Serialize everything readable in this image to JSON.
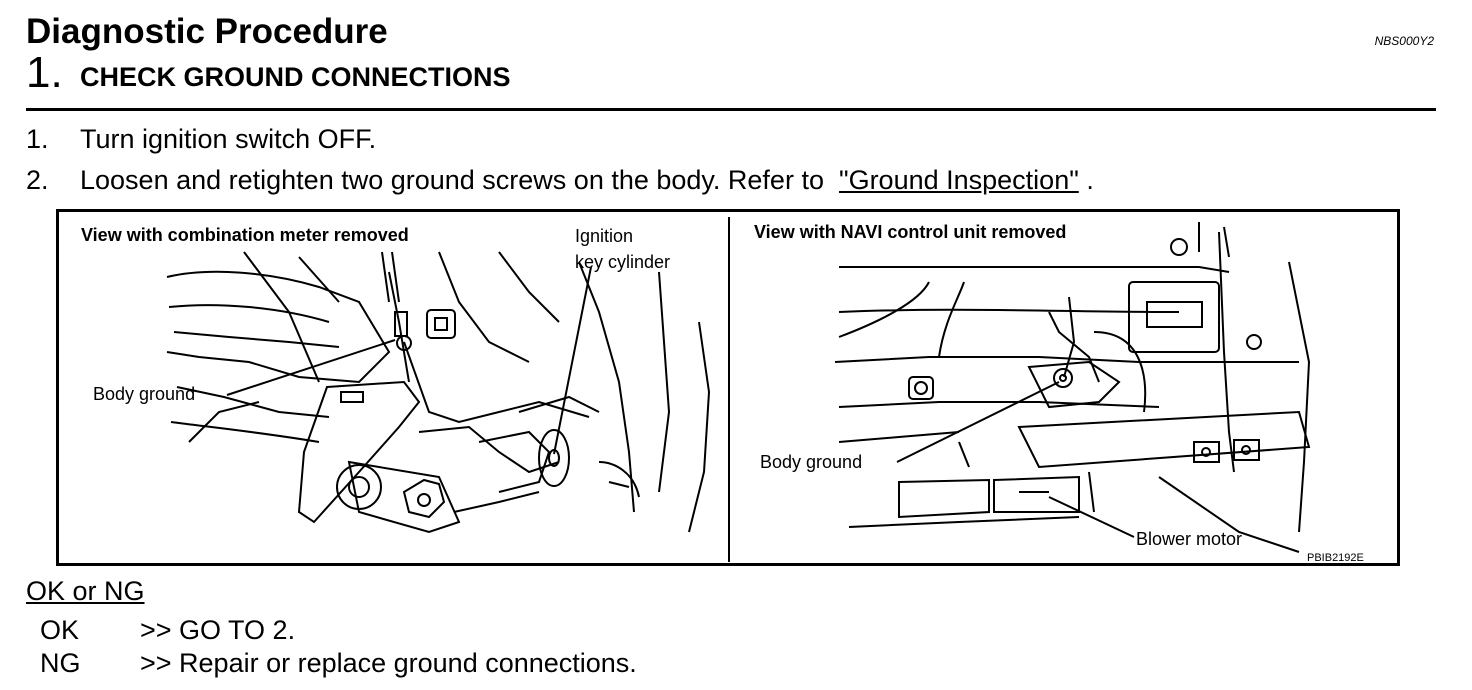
{
  "header": {
    "title": "Diagnostic Procedure",
    "code": "NBS000Y2",
    "step_number": "1.",
    "step_title": "CHECK GROUND CONNECTIONS"
  },
  "instructions": [
    {
      "num": "1.",
      "text": "Turn ignition switch OFF."
    },
    {
      "num": "2.",
      "text": "Loosen and retighten two ground screws on the body. Refer to",
      "link": "\"Ground Inspection\"",
      "after": "."
    }
  ],
  "figure": {
    "left_heading": "View with combination meter removed",
    "right_heading": "View with NAVI control unit removed",
    "labels": {
      "ignition_line1": "Ignition",
      "ignition_line2": "key cylinder",
      "body_ground_left": "Body ground",
      "body_ground_right": "Body ground",
      "blower_motor": "Blower motor",
      "figure_code": "PBIB2192E"
    }
  },
  "results": {
    "heading": "OK or NG",
    "items": [
      {
        "key": "OK",
        "value": ">> GO TO 2."
      },
      {
        "key": "NG",
        "value": ">> Repair or replace ground connections."
      }
    ]
  }
}
